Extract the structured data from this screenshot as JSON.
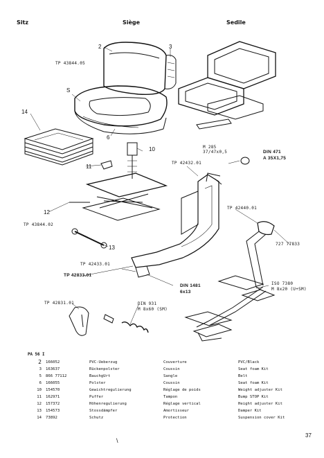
{
  "headers": {
    "de": "Sitz",
    "fr": "Siège",
    "it": "Sedile"
  },
  "callouts": [
    {
      "id": "c2",
      "text": "2"
    },
    {
      "id": "c3",
      "text": "3"
    },
    {
      "id": "cS",
      "text": "S"
    },
    {
      "id": "c14",
      "text": "14"
    },
    {
      "id": "c6",
      "text": "6"
    },
    {
      "id": "c10",
      "text": "10"
    },
    {
      "id": "c11",
      "text": "11"
    },
    {
      "id": "c12",
      "text": "12"
    },
    {
      "id": "c13",
      "text": "13"
    }
  ],
  "refs": {
    "tp43844_05": "TP 43844.05",
    "tp43844_02": "TP 43844.02",
    "tp42432_01": "TP 42432.01",
    "tp42440_01": "TP 42440.01",
    "tp42433_01": "TP 42433.01",
    "tp42833_01": "TP 42833.01",
    "tp42831_01": "TP 42831.01",
    "m285_a": "M 285",
    "m285_b": "37/47x0,5",
    "din471_a": "DIN 471",
    "din471_b": "A 35X1,75",
    "n72777833": "727 77833",
    "din1481_a": "DIN 1481",
    "din1481_b": "6x13",
    "din931_a": "DIN 931",
    "din931_b": "M 8x60 (SM)",
    "iso7380_a": "ISO 7380",
    "iso7380_b": "M 8x20 (U+SM)"
  },
  "parts": {
    "code": "PA 56 I",
    "rows": [
      {
        "pos": "2",
        "num": "166052",
        "de": "PVC-Ueberzug",
        "fr": "Couverture",
        "en": "PVC/Black"
      },
      {
        "pos": "3",
        "num": "163637",
        "de": "Rückenpolster",
        "fr": "Coussin",
        "en": "Seat foam Kit"
      },
      {
        "pos": "5",
        "num": "866 77112",
        "de": "BauchgUrt",
        "fr": "Sangle",
        "en": "Belt"
      },
      {
        "pos": "6",
        "num": "166055",
        "de": "Polster",
        "fr": "Coussin",
        "en": "Seat foam Kit"
      },
      {
        "pos": "10",
        "num": "154570",
        "de": "Gewichtregulierung",
        "fr": "Réglage de poids",
        "en": "Weight adjuster Kit"
      },
      {
        "pos": "11",
        "num": "162971",
        "de": "Puffer",
        "fr": "Tampon",
        "en": "Bump STOP Kit"
      },
      {
        "pos": "12",
        "num": "157372",
        "de": "Höhenregulierung",
        "fr": "Réglage vertical",
        "en": "Height adjuster Kit"
      },
      {
        "pos": "13",
        "num": "154573",
        "de": "Stossdämpfer",
        "fr": "Amortisseur",
        "en": "Damper Kit"
      },
      {
        "pos": "14",
        "num": "73892",
        "de": "Schutz",
        "fr": "Protection",
        "en": "Suspension cover Kit"
      }
    ]
  },
  "page_number": "37",
  "footer_mark": "\\"
}
